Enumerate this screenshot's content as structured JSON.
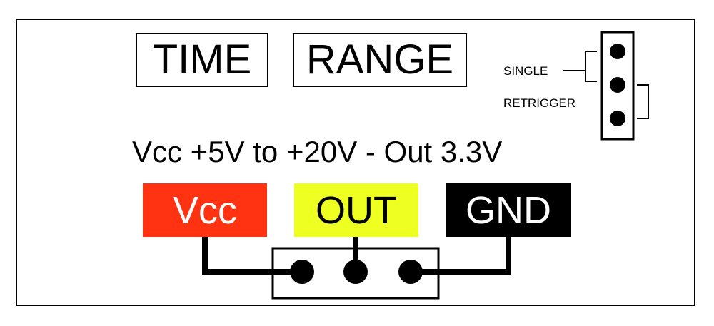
{
  "buttons": {
    "time": "TIME",
    "range": "RANGE"
  },
  "jumper": {
    "single_label": "SINGLE",
    "retrigger_label": "RETRIGGER"
  },
  "spec_text": "Vcc +5V to +20V - Out 3.3V",
  "pins": [
    {
      "label": "Vcc",
      "bg": "#ff3311",
      "fg": "#ffffff"
    },
    {
      "label": "OUT",
      "bg": "#eeff22",
      "fg": "#000000"
    },
    {
      "label": "GND",
      "bg": "#000000",
      "fg": "#ffffff"
    }
  ]
}
